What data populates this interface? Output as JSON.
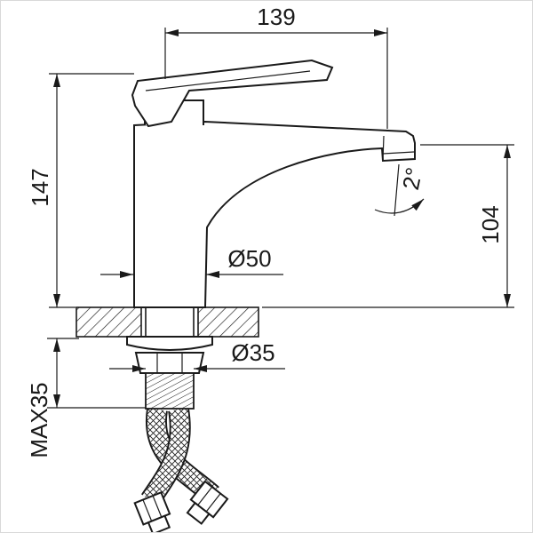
{
  "drawing": {
    "labels": {
      "spout_reach_mm": "139",
      "total_height_mm": "147",
      "outlet_height_mm": "104",
      "base_diameter": "Ø50",
      "shank_diameter": "Ø35",
      "max_mounting_thickness": "MAX35",
      "spout_tilt": "2°"
    },
    "colors": {
      "line": "#1a1a1a",
      "background": "#ffffff"
    }
  }
}
